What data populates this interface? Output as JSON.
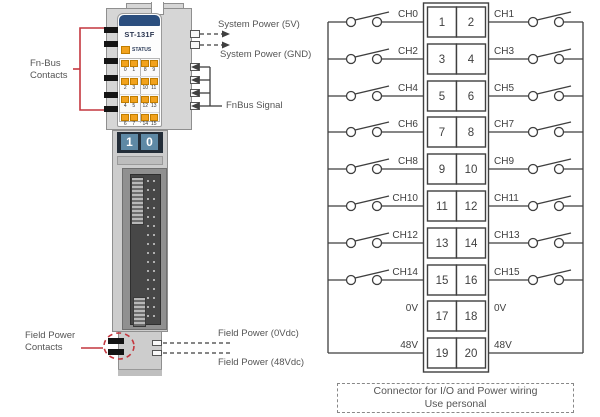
{
  "module": {
    "model": "ST-131F",
    "status_label": "STATUS",
    "led_numbers": [
      [
        "0",
        "1",
        "8",
        "9"
      ],
      [
        "2",
        "3",
        "10",
        "11"
      ],
      [
        "4",
        "5",
        "12",
        "13"
      ],
      [
        "6",
        "7",
        "14",
        "15"
      ]
    ],
    "rotary_digits": [
      "1",
      "0"
    ]
  },
  "callouts": {
    "fnbus_contacts": {
      "line1": "Fn-Bus",
      "line2": "Contacts"
    },
    "system_power_5v": "System Power (5V)",
    "system_power_gnd": "System Power (GND)",
    "fnbus_signal": "FnBus Signal",
    "field_power_contacts": {
      "line1": "Field Power",
      "line2": "Contacts"
    },
    "field_power_0v": "Field Power (0Vdc)",
    "field_power_48v": "Field Power (48Vdc)"
  },
  "connector": {
    "rows": [
      {
        "left_label": "CH0",
        "pin_left": "1",
        "pin_right": "2",
        "right_label": "CH1"
      },
      {
        "left_label": "CH2",
        "pin_left": "3",
        "pin_right": "4",
        "right_label": "CH3"
      },
      {
        "left_label": "CH4",
        "pin_left": "5",
        "pin_right": "6",
        "right_label": "CH5"
      },
      {
        "left_label": "CH6",
        "pin_left": "7",
        "pin_right": "8",
        "right_label": "CH7"
      },
      {
        "left_label": "CH8",
        "pin_left": "9",
        "pin_right": "10",
        "right_label": "CH9"
      },
      {
        "left_label": "CH10",
        "pin_left": "11",
        "pin_right": "12",
        "right_label": "CH11"
      },
      {
        "left_label": "CH12",
        "pin_left": "13",
        "pin_right": "14",
        "right_label": "CH13"
      },
      {
        "left_label": "CH14",
        "pin_left": "15",
        "pin_right": "16",
        "right_label": "CH15"
      },
      {
        "left_label": "0V",
        "pin_left": "17",
        "pin_right": "18",
        "right_label": "0V"
      },
      {
        "left_label": "48V",
        "pin_left": "19",
        "pin_right": "20",
        "right_label": "48V"
      }
    ],
    "note": {
      "line1": "Connector for I/O and Power wiring",
      "line2": "Use personal"
    }
  },
  "colors": {
    "led_orange": "#F2A21C",
    "annotation_red": "#C4373F",
    "module_header_blue": "#2B4E7E",
    "rotary_digit_bg": "#5E89A5",
    "diagram_line": "#3F3F3F"
  }
}
